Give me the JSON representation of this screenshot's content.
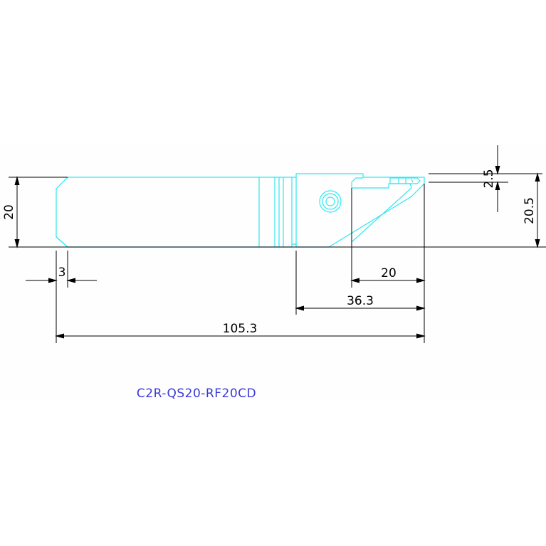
{
  "colors": {
    "part_outline": "#2ee8f0",
    "dimension": "#000000",
    "part_label": "#3a3ad6"
  },
  "dimensions": {
    "shank_height": "20",
    "chamfer": "3",
    "total_length": "105.3",
    "head_length": "36.3",
    "cut_depth": "20",
    "insert_width": "2.5",
    "center_height": "20.5"
  },
  "part_number": "C2R-QS20-RF20CD"
}
